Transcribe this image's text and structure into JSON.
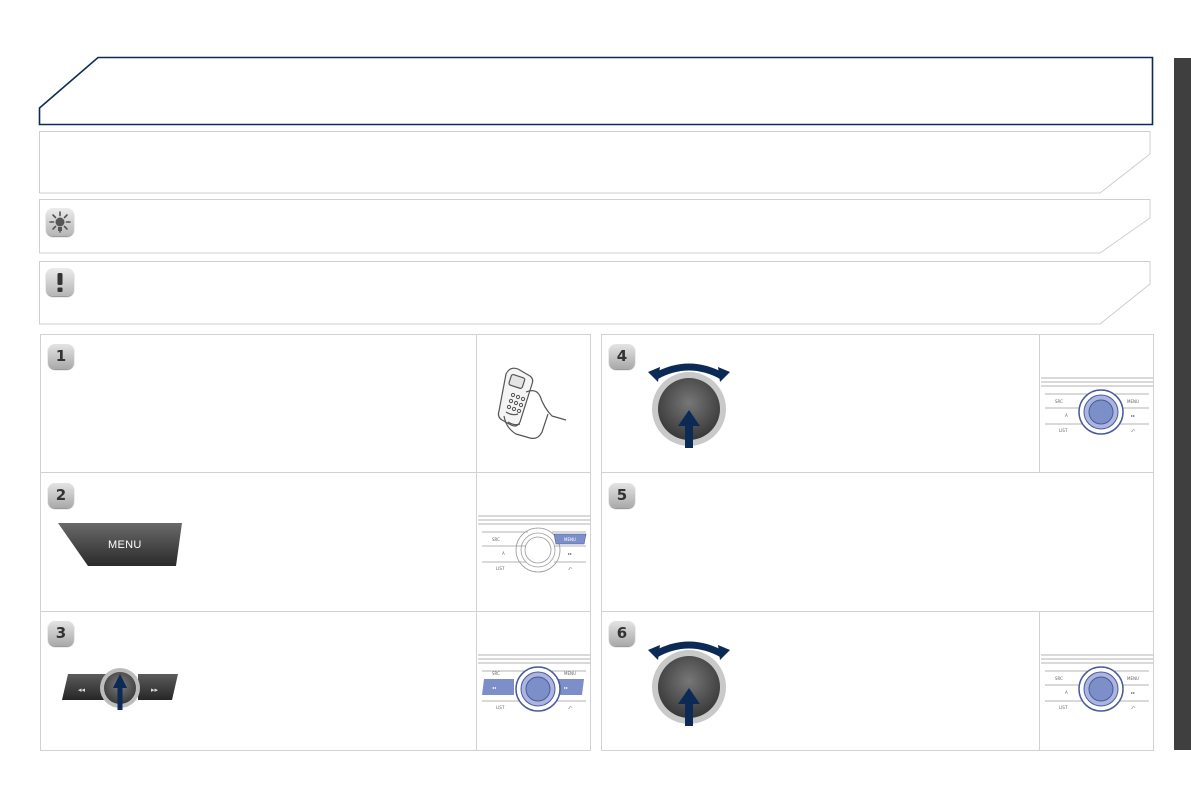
{
  "steps": [
    {
      "number": "1",
      "graphic": "phone-in-hand-icon"
    },
    {
      "number": "2",
      "graphic": "menu-key-icon"
    },
    {
      "number": "3",
      "graphic": "seek-keys-and-knob-icon"
    },
    {
      "number": "4",
      "graphic": "rotary-knob-turn-press-icon"
    },
    {
      "number": "5",
      "graphic": ""
    },
    {
      "number": "6",
      "graphic": "rotary-knob-turn-press-icon"
    }
  ],
  "menu_button": {
    "label": "MENU"
  },
  "notes": {
    "tip_icon": "lightbulb-icon",
    "warning_icon": "exclamation-icon"
  },
  "colors": {
    "frame_navy": "#0d2a57",
    "panel_border": "#c9c9c9",
    "sidebar": "#3f3f3f",
    "highlight_blue": "#7d8fc8"
  }
}
